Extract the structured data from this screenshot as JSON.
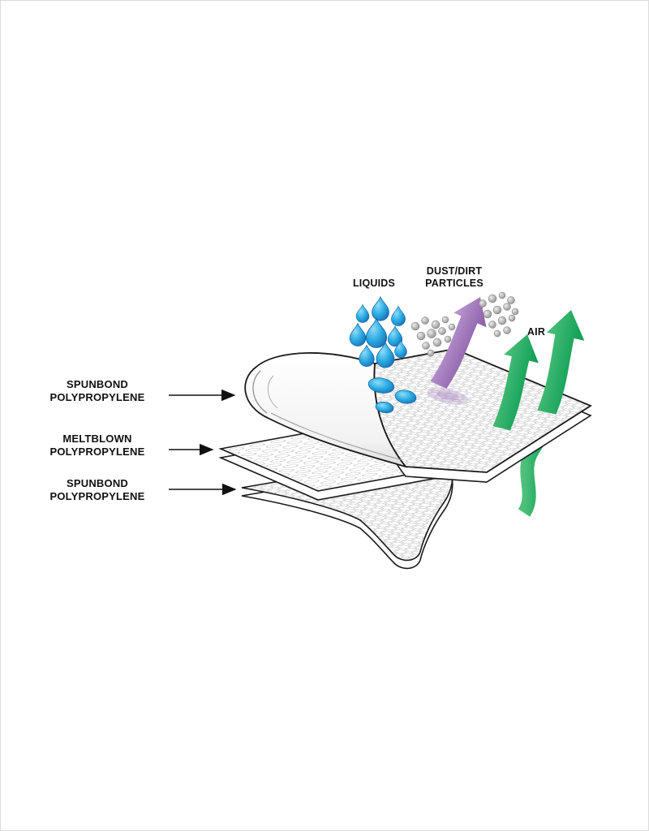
{
  "page": {
    "background": "#ffffff",
    "frame_border": "#dcdcdc"
  },
  "labels": {
    "layers": [
      {
        "line1": "SPUNBOND",
        "line2": "POLYPROPYLENE"
      },
      {
        "line1": "MELTBLOWN",
        "line2": "POLYPROPYLENE"
      },
      {
        "line1": "SPUNBOND",
        "line2": "POLYPROPYLENE"
      }
    ],
    "liquids": "LIQUIDS",
    "dust_line1": "DUST/DIRT",
    "dust_line2": "PARTICLES",
    "air": "AIR"
  },
  "colors": {
    "outline": "#1a1a1a",
    "pattern_gray": "#c9c9c9",
    "droplet_light": "#8fdcf8",
    "droplet_mid": "#29abe2",
    "droplet_dark": "#1b6fb5",
    "green_light": "#4ec07c",
    "green_dark": "#0a9d52",
    "purple_light": "#bb99d1",
    "purple_dark": "#8a5ca7",
    "particle_light": "#ececec",
    "particle_dark": "#8c8c8c"
  }
}
